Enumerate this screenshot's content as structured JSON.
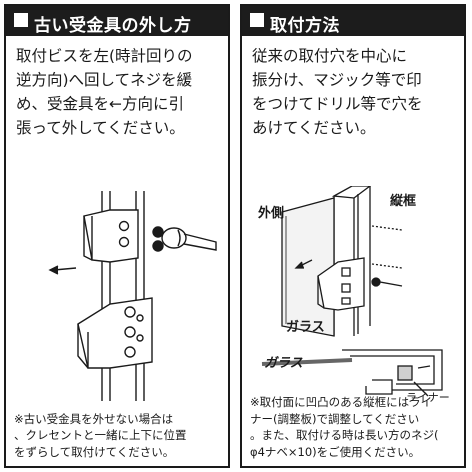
{
  "left": {
    "title": "古い受金具の外し方",
    "instructions": [
      "取付ビスを左(時計回りの",
      "逆方向)へ回してネジを緩",
      "め、受金具を←方向に引",
      "張って外してください。"
    ],
    "note": [
      "※古い受金具を外せない場合は",
      "、クレセントと一緒に上下に位置",
      "をずらして取付けてください。"
    ]
  },
  "right": {
    "title": "取付方法",
    "instructions": [
      "従来の取付穴を中心に",
      "振分け、マジック等で印",
      "をつけてドリル等で穴を",
      "あけてください。"
    ],
    "labels": {
      "vertical_frame": "縦框",
      "outside": "外側",
      "glass_upper": "ガラス",
      "glass_lower": "ガラス",
      "liner": "ライナー"
    },
    "note": [
      "※取付面に凹凸のある縦框にはライ",
      "ナー(調整板)で調整してください",
      "。また、取付ける時は長い方のネジ(",
      "φ4ナベ×10)をご使用ください。"
    ]
  }
}
